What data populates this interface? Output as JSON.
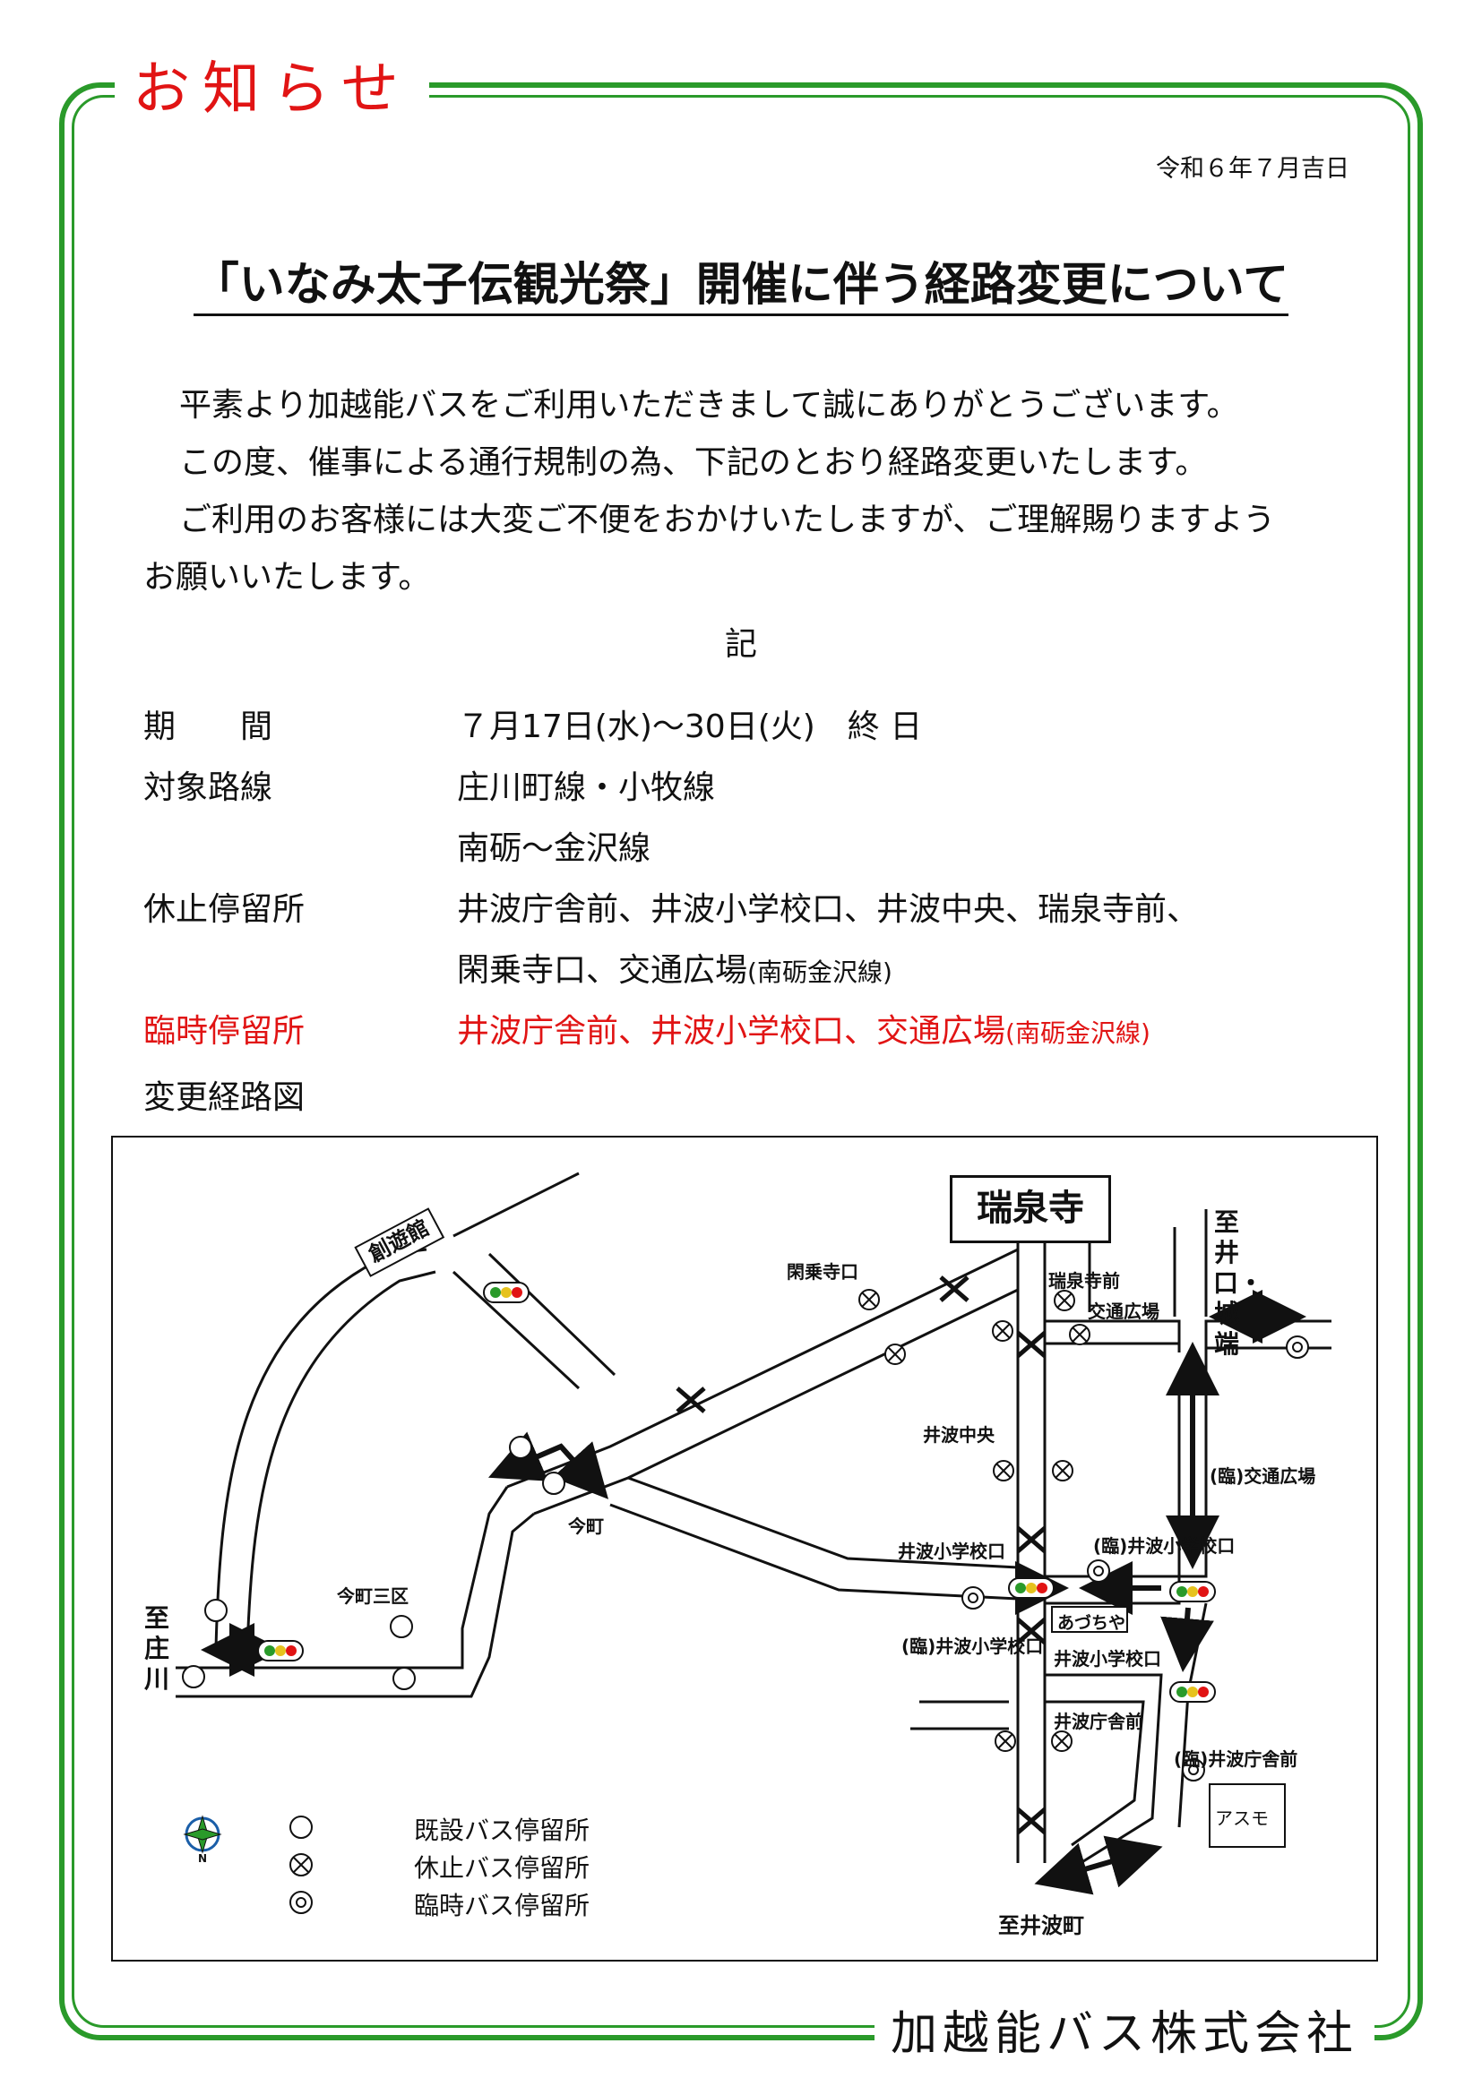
{
  "header": {
    "notice_label": "お知らせ",
    "date": "令和６年７月吉日",
    "title": "「いなみ太子伝観光祭」開催に伴う経路変更について"
  },
  "body": {
    "para1": "平素より加越能バスをご利用いただきまして誠にありがとうございます。",
    "para2": "この度、催事による通行規制の為、下記のとおり経路変更いたします。",
    "para3a": "ご利用のお客様には大変ご不便をおかけいたしますが、ご理解賜りますよう",
    "para3b": "お願いいたします。",
    "ki": "記"
  },
  "details": {
    "period_label": "期　　間",
    "period_value": "７月17日(水)～30日(火)　終 日",
    "routes_label": "対象路線",
    "routes_value1": "庄川町線・小牧線",
    "routes_value2": "南砺～金沢線",
    "closed_label": "休止停留所",
    "closed_value1": "井波庁舎前、井波小学校口、井波中央、瑞泉寺前、",
    "closed_value2": "閑乗寺口、交通広場",
    "closed_value2_note": "(南砺金沢線)",
    "temp_label": "臨時停留所",
    "temp_value": "井波庁舎前、井波小学校口、交通広場",
    "temp_value_note": "(南砺金沢線)",
    "map_label": "変更経路図"
  },
  "map": {
    "shrine": "瑞泉寺",
    "sogenkan": "創遊館",
    "kanjoji": "閑乗寺口",
    "zuisenji_mae": "瑞泉寺前",
    "kotsu_hiroba": "交通広場",
    "to_ii_jobata": "至井口・城端",
    "inami_chuo": "井波中央",
    "rinji_kotsu": "(臨)交通広場",
    "imamachi": "今町",
    "imamachi_sanku": "今町三区",
    "shogakko_guchi": "井波小学校口",
    "rinji_shogakko_right": "(臨)井波小学校口",
    "azuchiya": "あづちや",
    "rinji_shogakko_left": "(臨)井波小学校口",
    "shogakko_guchi2": "井波小学校口",
    "chosha_mae": "井波庁舎前",
    "rinji_chosha": "(臨)井波庁舎前",
    "asumo": "アスモ",
    "to_shogawa": "至庄川",
    "to_inami": "至井波町",
    "compass_n": "N",
    "legend_existing": "既設バス停留所",
    "legend_closed": "休止バス停留所",
    "legend_temp": "臨時バス停留所"
  },
  "footer": {
    "company": "加越能バス株式会社"
  },
  "colors": {
    "frame_green": "#2a9a2a",
    "accent_red": "#e11414"
  }
}
